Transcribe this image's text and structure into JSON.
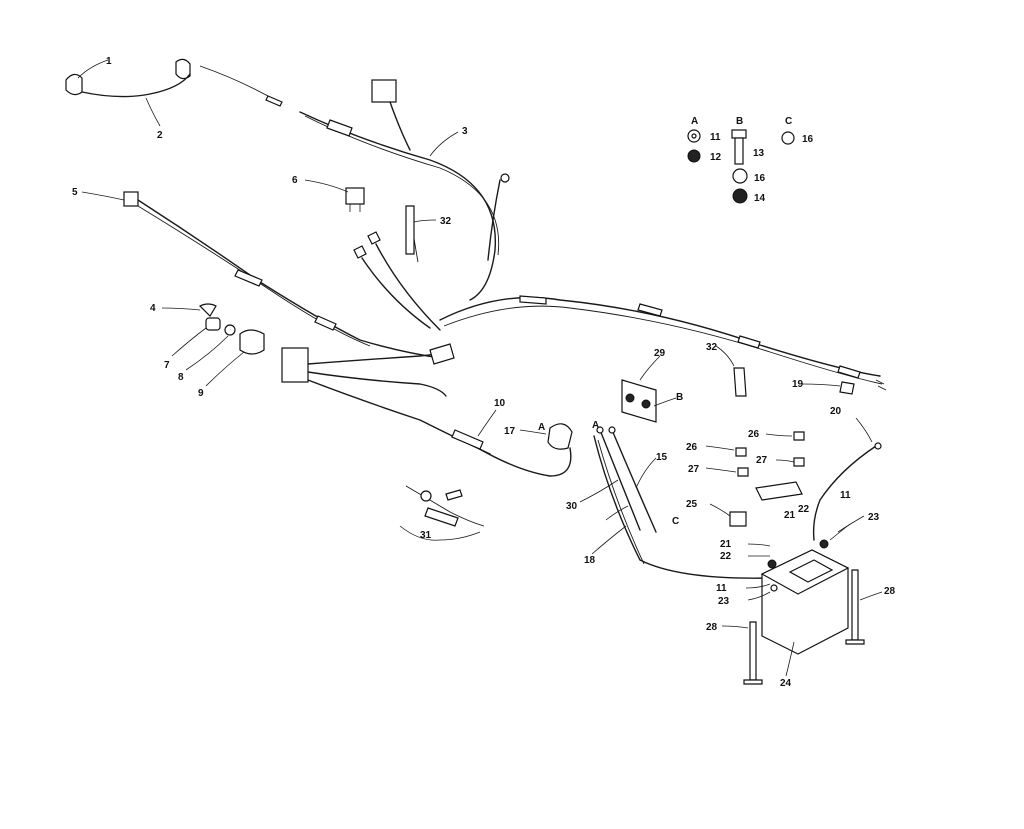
{
  "callouts": {
    "c1": "1",
    "c2": "2",
    "c3": "3",
    "c4": "4",
    "c5": "5",
    "c6": "6",
    "c7": "7",
    "c8": "8",
    "c9": "9",
    "c10": "10",
    "c15": "15",
    "c17": "17",
    "c18": "18",
    "c19": "19",
    "c20": "20",
    "c21a": "21",
    "c21b": "21",
    "c22a": "22",
    "c22b": "22",
    "c23a": "23",
    "c23b": "23",
    "c24": "24",
    "c25": "25",
    "c26a": "26",
    "c26b": "26",
    "c27a": "27",
    "c27b": "27",
    "c28a": "28",
    "c28b": "28",
    "c29": "29",
    "c30": "30",
    "c31": "31",
    "c32a": "32",
    "c32b": "32",
    "c11b": "11"
  },
  "legend": {
    "col_a": "A",
    "col_b": "B",
    "col_c": "C",
    "a_11": "11",
    "a_12": "12",
    "b_13": "13",
    "b_16": "16",
    "b_14": "14",
    "c_16": "16"
  },
  "connector_letters": {
    "a_17": "A",
    "b_29": "B",
    "c_15": "C",
    "a_30": "A"
  }
}
